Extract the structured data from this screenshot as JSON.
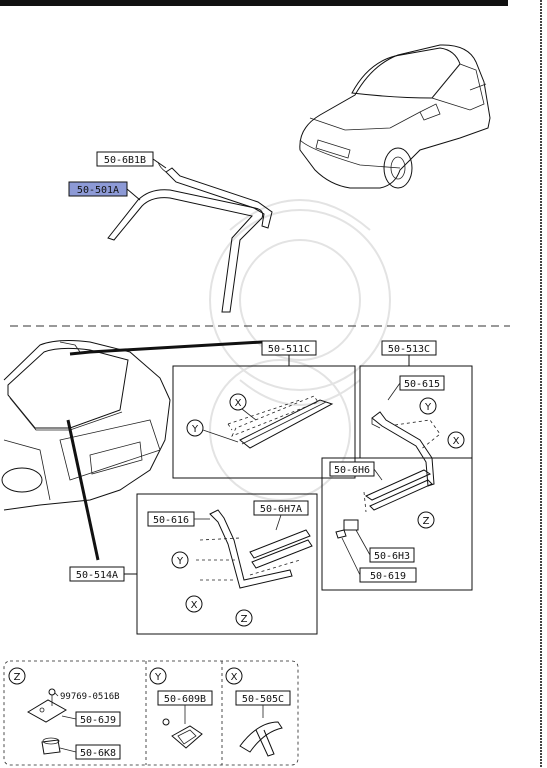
{
  "parts": {
    "p6b1b": "50-6B1B",
    "p501a": "50-501A",
    "p511c": "50-511C",
    "p513c": "50-513C",
    "p615": "50-615",
    "p6h6": "50-6H6",
    "p6h3": "50-6H3",
    "p619": "50-619",
    "p616": "50-616",
    "p6h7a": "50-6H7A",
    "p514a": "50-514A",
    "p99769": "99769-0516B",
    "p6j9": "50-6J9",
    "p6k8": "50-6K8",
    "p609b": "50-609B",
    "p505c": "50-505C"
  },
  "markers": {
    "x": "X",
    "y": "Y",
    "z": "Z"
  },
  "colors": {
    "highlight": "#8d9ad6",
    "ink": "#111111"
  }
}
